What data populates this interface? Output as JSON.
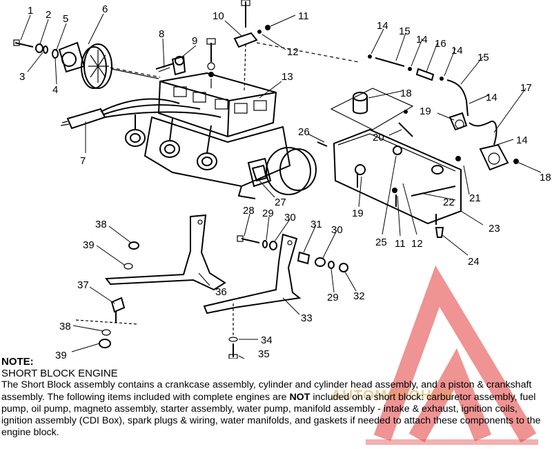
{
  "callouts": [
    {
      "id": "c1",
      "text": "1"
    },
    {
      "id": "c2",
      "text": "2"
    },
    {
      "id": "c3",
      "text": "3"
    },
    {
      "id": "c4",
      "text": "4"
    },
    {
      "id": "c5",
      "text": "5"
    },
    {
      "id": "c6",
      "text": "6"
    },
    {
      "id": "c7",
      "text": "7"
    },
    {
      "id": "c8",
      "text": "8"
    },
    {
      "id": "c9",
      "text": "9"
    },
    {
      "id": "c10",
      "text": "10"
    },
    {
      "id": "c11a",
      "text": "11"
    },
    {
      "id": "c12a",
      "text": "12"
    },
    {
      "id": "c13",
      "text": "13"
    },
    {
      "id": "c14a",
      "text": "14"
    },
    {
      "id": "c15a",
      "text": "15"
    },
    {
      "id": "c14b",
      "text": "14"
    },
    {
      "id": "c16",
      "text": "16"
    },
    {
      "id": "c14c",
      "text": "14"
    },
    {
      "id": "c15b",
      "text": "15"
    },
    {
      "id": "c14d",
      "text": "14"
    },
    {
      "id": "c17",
      "text": "17"
    },
    {
      "id": "c18a",
      "text": "18"
    },
    {
      "id": "c19a",
      "text": "19"
    },
    {
      "id": "c20",
      "text": "20"
    },
    {
      "id": "c26",
      "text": "26"
    },
    {
      "id": "c14e",
      "text": "14"
    },
    {
      "id": "c18b",
      "text": "18"
    },
    {
      "id": "c27",
      "text": "27"
    },
    {
      "id": "c22",
      "text": "22"
    },
    {
      "id": "c21",
      "text": "21"
    },
    {
      "id": "c19b",
      "text": "19"
    },
    {
      "id": "c25",
      "text": "25"
    },
    {
      "id": "c11b",
      "text": "11"
    },
    {
      "id": "c12b",
      "text": "12"
    },
    {
      "id": "c23",
      "text": "23"
    },
    {
      "id": "c24",
      "text": "24"
    },
    {
      "id": "c28",
      "text": "28"
    },
    {
      "id": "c29a",
      "text": "29"
    },
    {
      "id": "c30a",
      "text": "30"
    },
    {
      "id": "c31",
      "text": "31"
    },
    {
      "id": "c30b",
      "text": "30"
    },
    {
      "id": "c29b",
      "text": "29"
    },
    {
      "id": "c32",
      "text": "32"
    },
    {
      "id": "c38a",
      "text": "38"
    },
    {
      "id": "c39a",
      "text": "39"
    },
    {
      "id": "c36",
      "text": "36"
    },
    {
      "id": "c37",
      "text": "37"
    },
    {
      "id": "c33",
      "text": "33"
    },
    {
      "id": "c38b",
      "text": "38"
    },
    {
      "id": "c39b",
      "text": "39"
    },
    {
      "id": "c34",
      "text": "34"
    },
    {
      "id": "c35",
      "text": "35"
    }
  ],
  "note": {
    "label": "NOTE:",
    "heading": "SHORT BLOCK ENGINE",
    "para1": "The Short Block assembly contains a crankcase assembly, cylinder and cylinder head assembly, and a piston & crankshaft assembly.  The following items included with complete engines are ",
    "para1_bold": "NOT",
    "para1_end": " included on a short block:  carburetor assembly, fuel pump, oil pump, magneto assembly, starter assembly, water pump, manifold assembly - intake & exhaust, ignition coils, ignition assembly (CDI Box), spark plugs & wiring, water manifolds, and gaskets if needed to attach these components to the engine block."
  },
  "watermark_text": "AUTOMOTOHUB",
  "colors": {
    "watermark": "#e23a3a",
    "line": "#000000",
    "background": "#ffffff"
  }
}
